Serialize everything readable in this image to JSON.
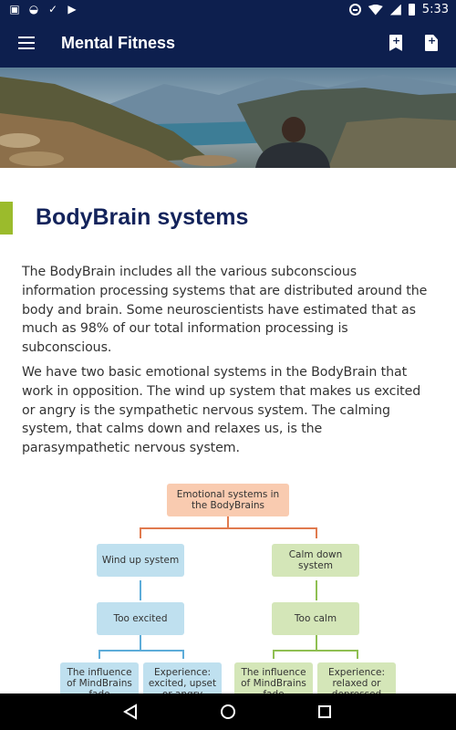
{
  "status_bar": {
    "time": "5:33",
    "icons": [
      "image-icon",
      "android-icon",
      "checklist-icon",
      "play-store-icon",
      "do-not-disturb-icon",
      "wifi-icon",
      "signal-icon",
      "battery-icon"
    ]
  },
  "app_bar": {
    "title": "Mental Fitness",
    "icons": [
      "menu-icon",
      "bookmark-add-icon",
      "document-add-icon"
    ]
  },
  "hero": {
    "image": "person-overlooking-mountain-lake"
  },
  "section": {
    "title": "BodyBrain systems",
    "accent_color": "#9bbb2c",
    "paragraphs": [
      "The BodyBrain includes all the various subconscious information processing systems that are distributed around the body and brain. Some neuroscientists have estimated that as much as 98% of our total information processing is subconscious.",
      "We have two basic emotional systems in the BodyBrain that work in opposition. The wind up system that makes us excited or angry is the sympathetic nervous system. The calming system, that calms down and relaxes us, is the parasympathetic nervous system."
    ]
  },
  "diagram": {
    "root": "Emotional systems in the BodyBrains",
    "left": {
      "system": "Wind up system",
      "state": "Too excited",
      "children": [
        "The influence of MindBrains fade",
        "Experience: excited, upset or angry"
      ]
    },
    "right": {
      "system": "Calm down system",
      "state": "Too calm",
      "children": [
        "The influence of MindBrains fade",
        "Experience: relaxed or depressed"
      ]
    },
    "colors": {
      "root": "#f9cbb0",
      "left": "#bfe0ef",
      "right": "#d4e6b8"
    }
  },
  "nav_bar": {
    "icons": [
      "back-icon",
      "home-icon",
      "recents-icon"
    ]
  }
}
